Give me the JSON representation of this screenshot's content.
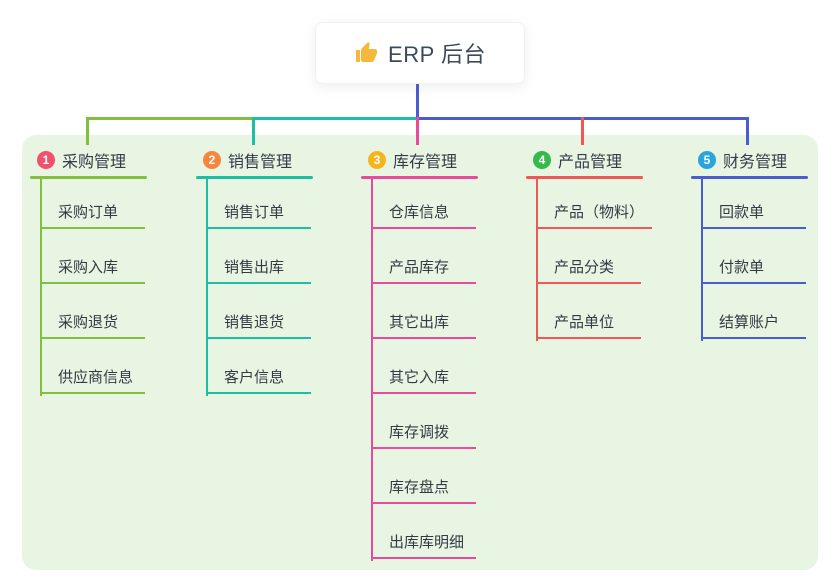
{
  "root": {
    "label": "ERP 后台",
    "icon": "thumbs-up",
    "icon_color": "#f5b83d",
    "line_color": "#4a5ccf"
  },
  "panel": {
    "bg_color": "#e9f5e3"
  },
  "text_colors": {
    "root": "#3c4a5c",
    "branch": "#333c48",
    "leaf": "#333a44"
  },
  "branches": [
    {
      "index": "1",
      "label": "采购管理",
      "badge_color": "#f1506e",
      "line_color": "#82bf3e",
      "items": [
        "采购订单",
        "采购入库",
        "采购退货",
        "供应商信息"
      ]
    },
    {
      "index": "2",
      "label": "销售管理",
      "badge_color": "#f6853d",
      "line_color": "#1cbfa5",
      "items": [
        "销售订单",
        "销售出库",
        "销售退货",
        "客户信息"
      ]
    },
    {
      "index": "3",
      "label": "库存管理",
      "badge_color": "#f6b51e",
      "line_color": "#e94a9c",
      "items": [
        "仓库信息",
        "产品库存",
        "其它出库",
        "其它入库",
        "库存调拨",
        "库存盘点",
        "出库库明细"
      ]
    },
    {
      "index": "4",
      "label": "产品管理",
      "badge_color": "#34b94a",
      "line_color": "#f25757",
      "items": [
        "产品（物料）",
        "产品分类",
        "产品单位"
      ]
    },
    {
      "index": "5",
      "label": "财务管理",
      "badge_color": "#2aa4dd",
      "line_color": "#4a5ccf",
      "items": [
        "回款单",
        "付款单",
        "结算账户"
      ]
    }
  ]
}
